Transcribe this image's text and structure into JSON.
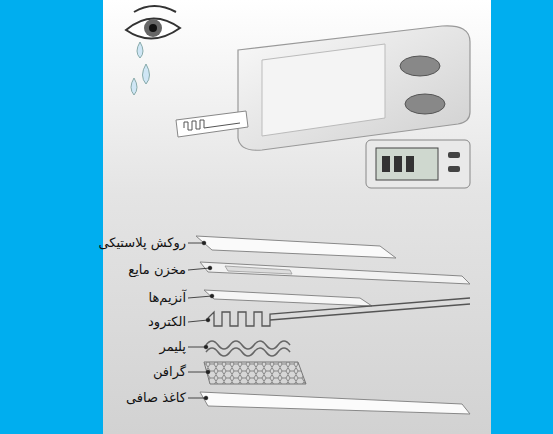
{
  "diagram": {
    "labels": [
      "روکش پلاستیکی",
      "مخزن مایع",
      "آنزیم‌ها",
      "الکترود",
      "پلیمر",
      "گرافن",
      "کاغذ صافی"
    ]
  }
}
